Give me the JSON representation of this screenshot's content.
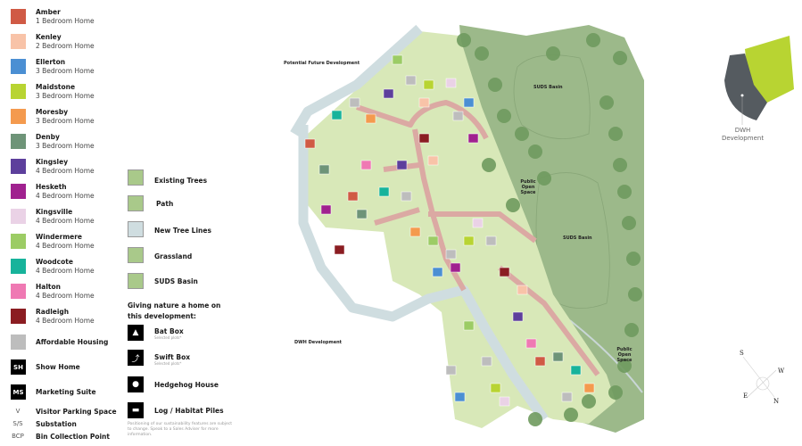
{
  "legend": {
    "house_types": [
      {
        "name": "Amber",
        "desc": "1 Bedroom Home",
        "color": "#d05a45"
      },
      {
        "name": "Kenley",
        "desc": "2 Bedroom Home",
        "color": "#f8c3a8"
      },
      {
        "name": "Ellerton",
        "desc": "3 Bedroom Home",
        "color": "#4b8fd3"
      },
      {
        "name": "Maidstone",
        "desc": "3 Bedroom Home",
        "color": "#b8d432"
      },
      {
        "name": "Moresby",
        "desc": "3 Bedroom Home",
        "color": "#f49a4e"
      },
      {
        "name": "Denby",
        "desc": "3 Bedroom Home",
        "color": "#6e9478"
      },
      {
        "name": "Kingsley",
        "desc": "4 Bedroom Home",
        "color": "#5d3f9c"
      },
      {
        "name": "Hesketh",
        "desc": "4 Bedroom Home",
        "color": "#a0218f"
      },
      {
        "name": "Kingsville",
        "desc": "4 Bedroom Home",
        "color": "#ead2e6"
      },
      {
        "name": "Windermere",
        "desc": "4 Bedroom Home",
        "color": "#9ccc65"
      },
      {
        "name": "Woodcote",
        "desc": "4 Bedroom Home",
        "color": "#17b39b"
      },
      {
        "name": "Halton",
        "desc": "4 Bedroom Home",
        "color": "#ef79b3"
      },
      {
        "name": "Radleigh",
        "desc": "4 Bedroom Home",
        "color": "#8b1d22"
      }
    ],
    "affordable": {
      "label": "Affordable Housing",
      "color": "#bdbdbd"
    },
    "show_home": {
      "badge": "SH",
      "label": "Show Home"
    },
    "marketing_suite": {
      "badge": "MS",
      "label": "Marketing Suite"
    },
    "abbreviations": [
      {
        "abbr": "V",
        "label": "Visitor Parking Space"
      },
      {
        "abbr": "S/S",
        "label": "Substation"
      },
      {
        "abbr": "BCP",
        "label": "Bin Collection Point"
      }
    ],
    "landscape": [
      {
        "label": "Existing Trees",
        "icon": "existing-trees-icon"
      },
      {
        "label": "Path",
        "icon": "path-icon"
      },
      {
        "label": "New Tree Lines",
        "icon": "new-tree-lines-icon"
      },
      {
        "label": "Grassland",
        "icon": "grassland-icon"
      },
      {
        "label": "SUDS Basin",
        "icon": "suds-basin-icon"
      }
    ],
    "nature_heading": "Giving nature a home on this development:",
    "nature": [
      {
        "label": "Bat Box",
        "sub": "Selected plots*",
        "icon": "bat-icon"
      },
      {
        "label": "Swift Box",
        "sub": "Selected plots*",
        "icon": "swift-icon"
      },
      {
        "label": "Hedgehog House",
        "sub": "",
        "icon": "hedgehog-icon"
      },
      {
        "label": "Log / Habitat Piles",
        "sub": "",
        "icon": "log-pile-icon"
      }
    ],
    "note": "Positioning of our sustainability features are subject to change. Speak to a Sales Adviser for more information."
  },
  "map": {
    "labels": {
      "future": "Potential Future Development",
      "suds1": "SUDS Basin",
      "suds2": "SUDS Basin",
      "pos1": "Public Open Space",
      "pos2": "Public Open Space",
      "dwh": "DWH Development"
    },
    "inset_label": "DWH Development",
    "compass": {
      "s": "S",
      "w": "W",
      "e": "E",
      "n": "N"
    },
    "colors": {
      "open_space": "#9cb98a",
      "plots": "#d8e8b8",
      "roads": "#dba9a3",
      "access_road": "#cfdde0",
      "trees": "#6f9a5e"
    }
  }
}
